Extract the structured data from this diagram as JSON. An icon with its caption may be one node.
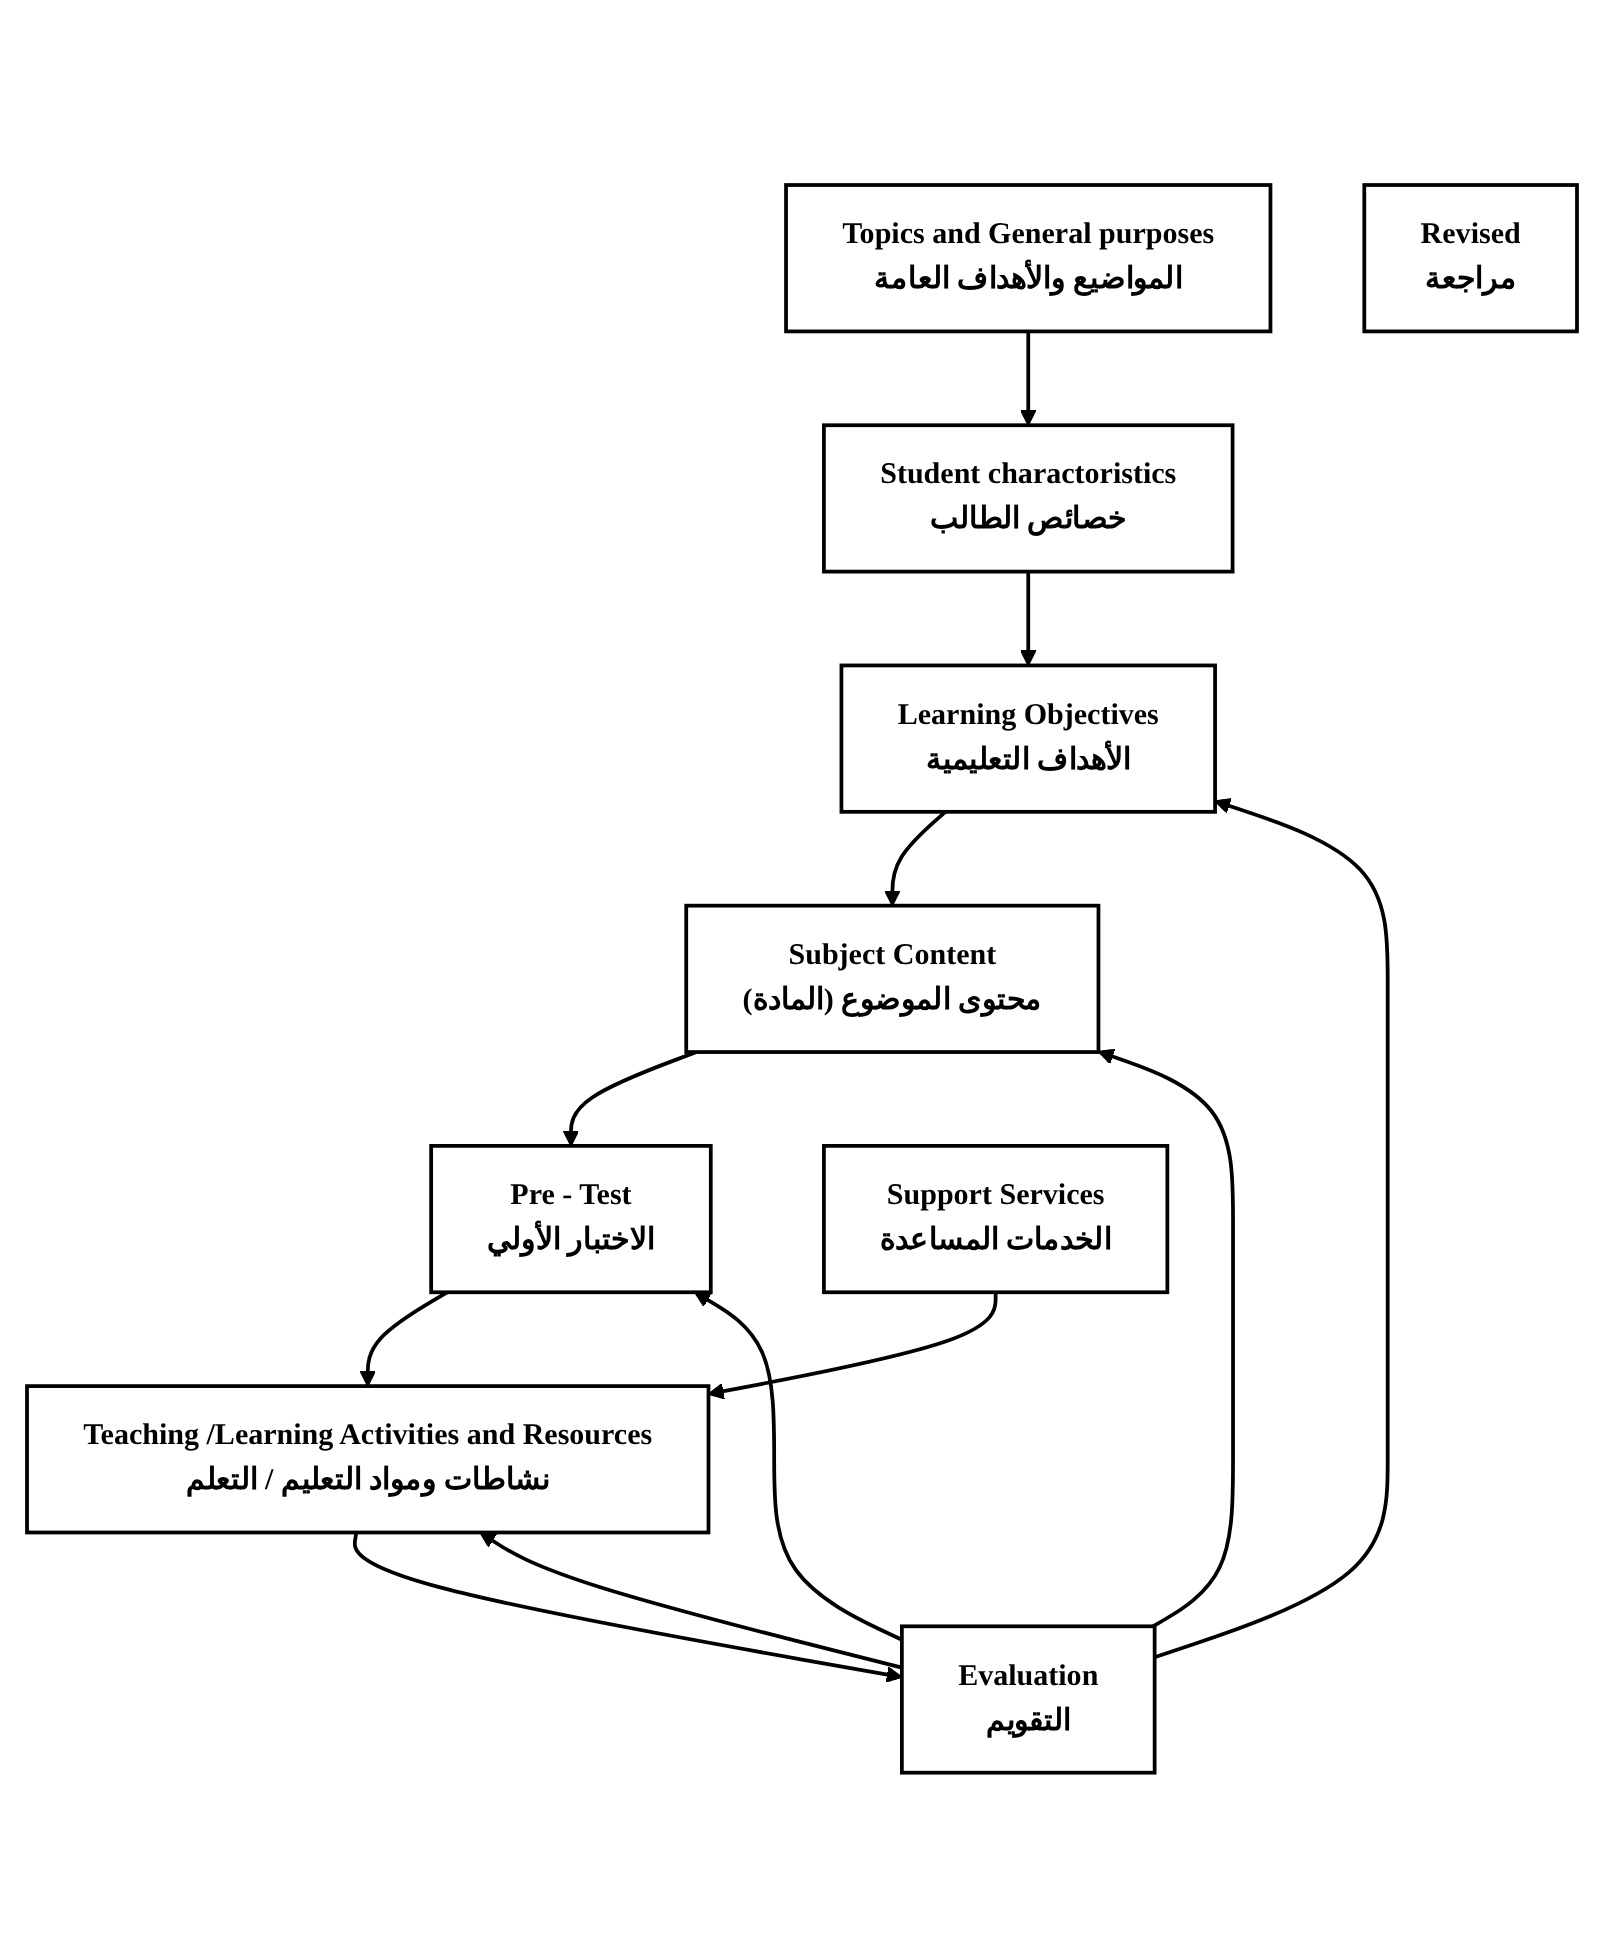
{
  "diagram": {
    "nodes": [
      {
        "text": [
          "Topics and General purposes",
          "المواضيع والأهداف العامة"
        ]
      },
      {
        "text": [
          "Student charactoristics",
          "خصائص الطالب"
        ]
      },
      {
        "text": [
          "Learning Objectives",
          "الأهداف التعليمية"
        ]
      },
      {
        "text": [
          "Subject Content",
          "محتوى الموضوع (المادة)"
        ]
      },
      {
        "text": [
          "Pre - Test",
          "الاختبار الأولي"
        ]
      },
      {
        "text": [
          "Teaching /Learning Activities and Resources",
          "نشاطات ومواد التعليم / التعلم"
        ]
      },
      {
        "text": [
          "Support Services",
          "الخدمات المساعدة"
        ]
      },
      {
        "text": [
          "Evaluation",
          "التقويم"
        ]
      },
      {
        "text": [
          "Revised",
          "مراجعة"
        ]
      }
    ],
    "edges": [
      {
        "from": 0,
        "to": 1,
        "arrow": "to"
      },
      {
        "from": 1,
        "to": 2,
        "arrow": "to"
      },
      {
        "from": 2,
        "to": 3,
        "arrow": "to"
      },
      {
        "from": 3,
        "to": 4,
        "arrow": "to"
      },
      {
        "from": 4,
        "to": 5,
        "arrow": "to"
      },
      {
        "from": 6,
        "to": 5,
        "arrow": "to"
      },
      {
        "from": 5,
        "to": 7,
        "arrow": "to"
      },
      {
        "from": 7,
        "to": 2,
        "arrow": "to"
      },
      {
        "from": 7,
        "to": 3,
        "arrow": "to"
      },
      {
        "from": 7,
        "to": 4,
        "arrow": "to"
      },
      {
        "from": 7,
        "to": 5,
        "arrow": "to"
      }
    ]
  }
}
